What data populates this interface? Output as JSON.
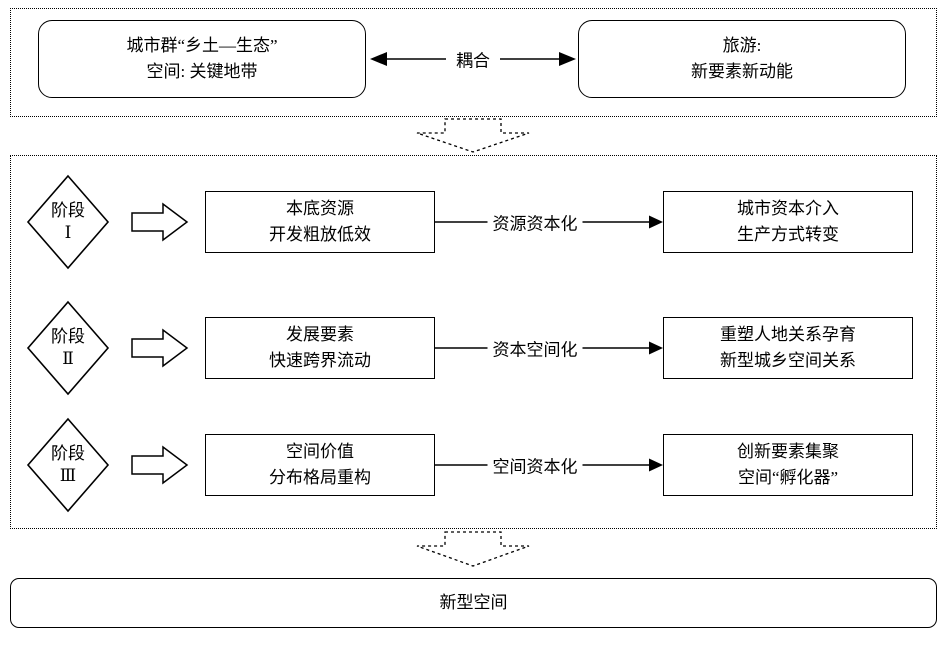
{
  "top": {
    "left_box": {
      "line1": "城市群“乡土—生态”",
      "line2": "空间: 关键地带"
    },
    "coupling_label": "耦合",
    "right_box": {
      "line1": "旅游:",
      "line2": "新要素新动能"
    }
  },
  "stages": [
    {
      "stage_word": "阶段",
      "stage_num": "Ⅰ",
      "source_line1": "本底资源",
      "source_line2": "开发粗放低效",
      "process_label": "资源资本化",
      "result_line1": "城市资本介入",
      "result_line2": "生产方式转变"
    },
    {
      "stage_word": "阶段",
      "stage_num": "Ⅱ",
      "source_line1": "发展要素",
      "source_line2": "快速跨界流动",
      "process_label": "资本空间化",
      "result_line1": "重塑人地关系孕育",
      "result_line2": "新型城乡空间关系"
    },
    {
      "stage_word": "阶段",
      "stage_num": "Ⅲ",
      "source_line1": "空间价值",
      "source_line2": "分布格局重构",
      "process_label": "空间资本化",
      "result_line1": "创新要素集聚",
      "result_line2": "空间“孵化器”"
    }
  ],
  "bottom": {
    "label": "新型空间"
  }
}
